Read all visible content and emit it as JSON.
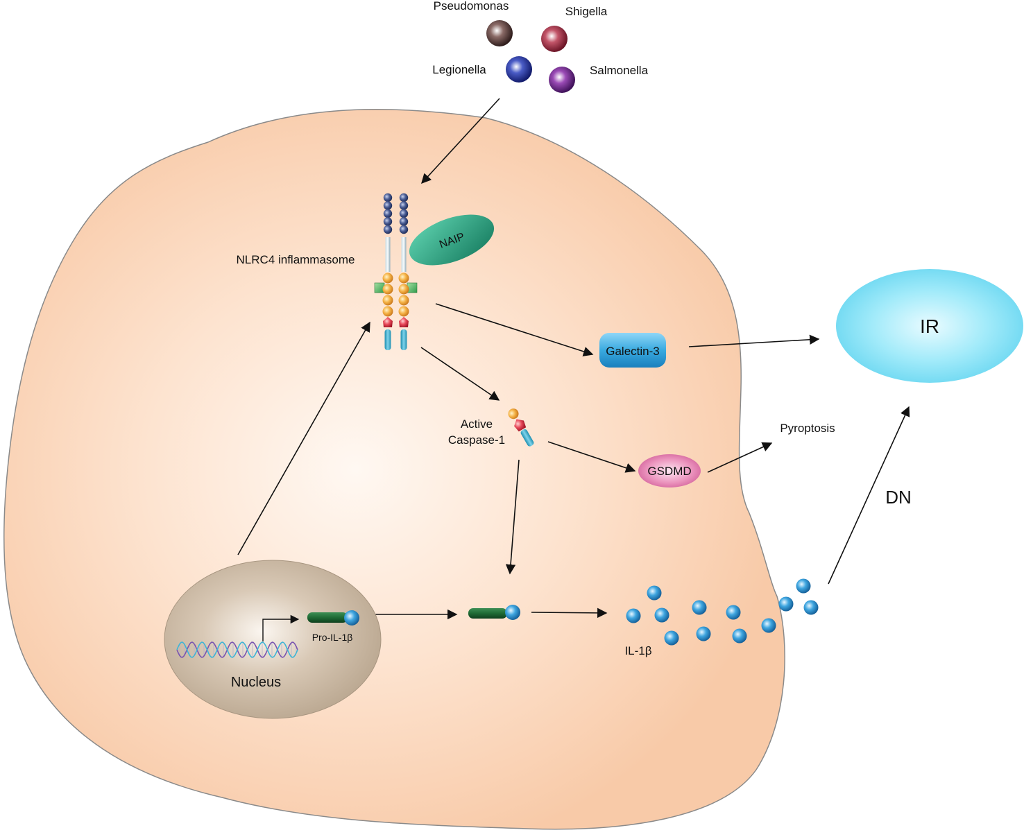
{
  "bacteria": {
    "pseudomonas": "Pseudomonas",
    "shigella": "Shigella",
    "legionella": "Legionella",
    "salmonella": "Salmonella"
  },
  "cell": {
    "nlrc4_label": "NLRC4 inflammasome",
    "naip_label": "NAIP",
    "galectin_label": "Galectin-3",
    "caspase_line1": "Active",
    "caspase_line2": "Caspase-1",
    "gsdmd_label": "GSDMD",
    "pyroptosis_label": "Pyroptosis",
    "pro_il1b_label": "Pro-IL-1β",
    "il1b_label": "IL-1β",
    "nucleus_label": "Nucleus"
  },
  "outcome": {
    "ir_label": "IR",
    "dn_label": "DN"
  },
  "colors": {
    "cell_fill": "#f9cfb2",
    "nucleus_fill": "#c9b7a1",
    "naip": "#2aa584",
    "galectin": "#3aa9de",
    "gsdmd": "#e784b2",
    "ir": "#7fdff5",
    "il1b_bead": "#3a9bd8",
    "pro_domain": "#1f6b35"
  },
  "icons": {
    "arrow": "arrow-icon",
    "bacterium": "bacterium-icon",
    "dna": "dna-helix-icon",
    "bead": "il1b-bead-icon"
  }
}
